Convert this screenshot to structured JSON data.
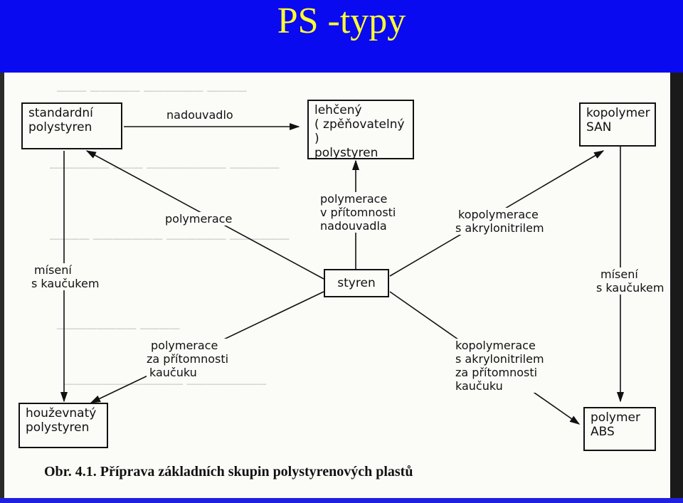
{
  "header": {
    "title": "PS -typy",
    "background": "#0a0af0",
    "title_color": "#ffff33"
  },
  "diagram": {
    "nodes": {
      "standard": [
        "standardní",
        "polystyren"
      ],
      "foam": [
        "lehčený",
        "( zpěňovatelný )",
        "polystyren"
      ],
      "san": [
        "kopolymer",
        "SAN"
      ],
      "styren": [
        "styren"
      ],
      "tough": [
        "houževnatý",
        "polystyren"
      ],
      "abs": [
        "polymer",
        "ABS"
      ]
    },
    "edges": {
      "nadouvadlo": [
        "nadouvadlo"
      ],
      "polymerace": [
        "polymerace"
      ],
      "polymerace_nadouvadla": [
        "polymerace",
        "v přítomnosti",
        "nadouvadla"
      ],
      "kopolymerace_akrylonitrilem": [
        "kopolymerace",
        "s akrylonitrilem"
      ],
      "miseni_left": [
        "mísení",
        "s kaučukem"
      ],
      "miseni_right": [
        "mísení",
        "s kaučukem"
      ],
      "polymerace_kauciku": [
        "polymerace",
        "za přítomnosti",
        "kaučuku"
      ],
      "kopolymerace_kauciku": [
        "kopolymerace",
        "s akrylonitrilem",
        "za přítomnosti",
        "kaučuku"
      ]
    }
  },
  "caption": "Obr. 4.1. Příprava základních skupin polystyrenových plastů"
}
